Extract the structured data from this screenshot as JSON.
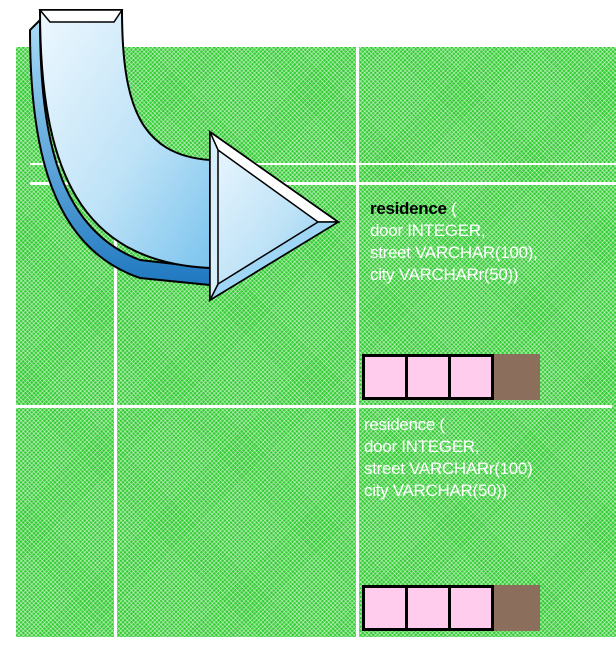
{
  "colors": {
    "background_pattern": "#33cc33",
    "grid_lines": "#ffffff",
    "cell_pink": "#ffccee",
    "cell_brown": "#8b6f5c",
    "arrow_fill": "#5ab0e6"
  },
  "icons": {
    "arrow": "curved-arrow-icon"
  },
  "schema_top": {
    "table_name": "residence",
    "open_paren": " (",
    "lines": [
      "door   INTEGER,",
      "street VARCHAR(100),",
      "city  VARCHARr(50))"
    ]
  },
  "schema_bottom": {
    "lines": [
      "residence (",
      "door  INTEGER,",
      "street VARCHARr(100)",
      "city  VARCHAR(50))"
    ]
  },
  "record_top": {
    "filled": 3,
    "free": 1
  },
  "record_bottom": {
    "filled": 3,
    "free": 1
  }
}
